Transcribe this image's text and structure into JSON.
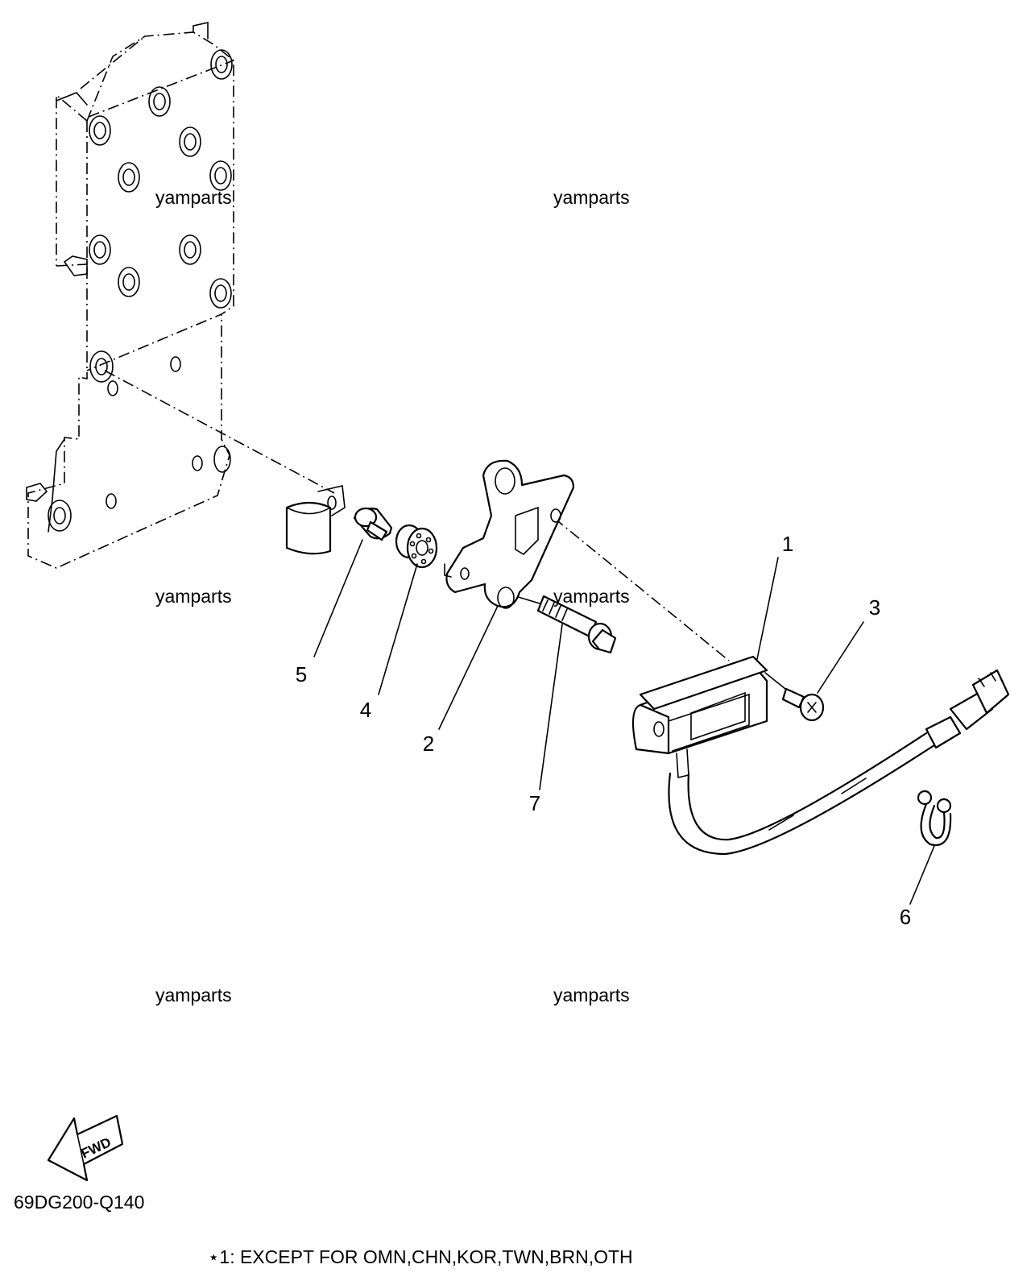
{
  "watermarks": [
    "yamparts",
    "yamparts",
    "yamparts",
    "yamparts",
    "yamparts",
    "yamparts"
  ],
  "callouts": [
    "1",
    "2",
    "3",
    "4",
    "5",
    "6",
    "7"
  ],
  "fwd_label": "FWD",
  "diagram_code": "69DG200-Q140",
  "footnote": "⋆1: EXCEPT FOR OMN,CHN,KOR,TWN,BRN,OTH"
}
